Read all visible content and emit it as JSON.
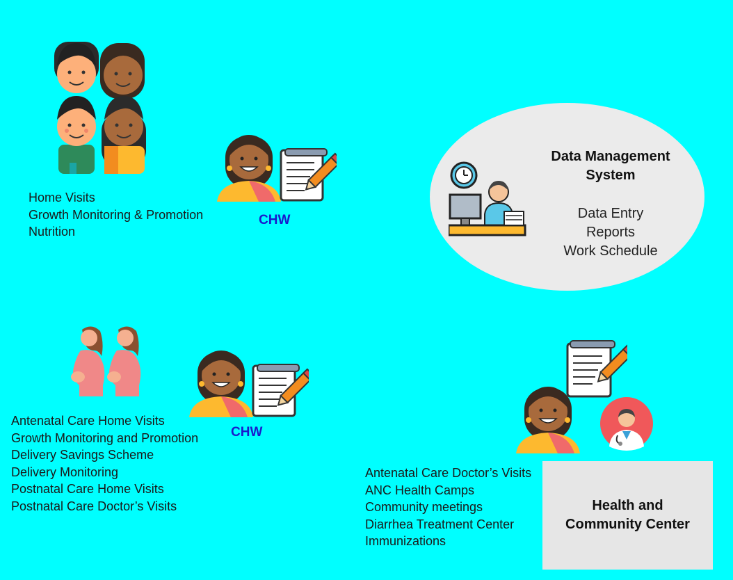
{
  "group1": {
    "activities": [
      "Home Visits",
      "Growth Monitoring & Promotion",
      "Nutrition"
    ],
    "worker_label": "CHW"
  },
  "group2": {
    "activities": [
      "Antenatal Care Home Visits",
      "Growth Monitoring and Promotion",
      "Delivery Savings Scheme",
      "Delivery Monitoring",
      "Postnatal Care Home Visits",
      "Postnatal Care Doctor’s Visits"
    ],
    "worker_label": "CHW"
  },
  "dms": {
    "title": "Data Management System",
    "items": [
      "Data Entry",
      "Reports",
      "Work Schedule"
    ]
  },
  "center": {
    "activities": [
      "Antenatal Care Doctor’s Visits",
      "ANC Health Camps",
      "Community meetings",
      "Diarrhea Treatment Center",
      "Immunizations"
    ],
    "title": "Health and Community Center"
  },
  "colors": {
    "background": "#00FFFF",
    "ellipse": "#EBEBEB",
    "box": "#E6E6E6",
    "chw_label": "#1A1ACC"
  }
}
